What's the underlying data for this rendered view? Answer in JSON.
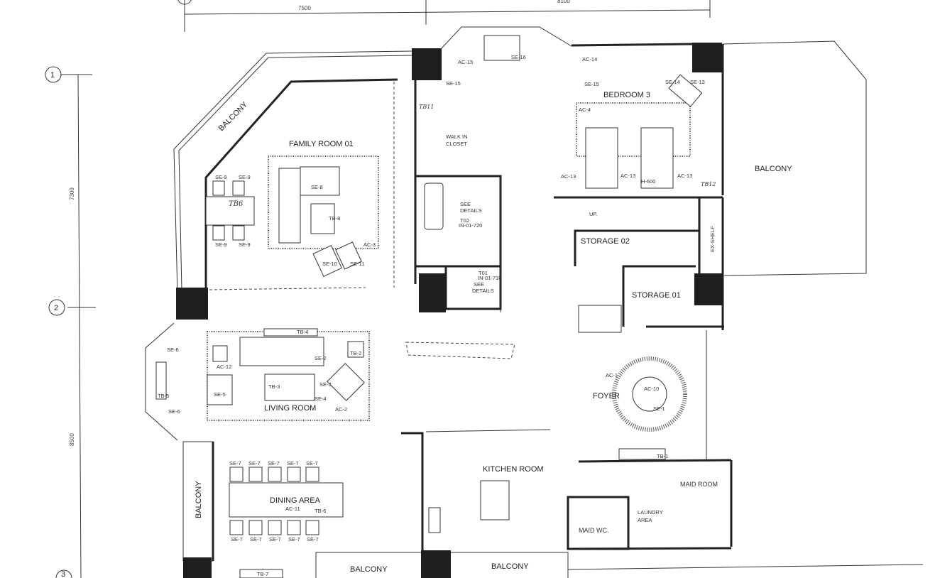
{
  "dimensions": {
    "top_left": "7500",
    "top_right": "8100",
    "left_upper": "7300",
    "left_lower": "8500"
  },
  "grid_markers": [
    "1",
    "2",
    "3"
  ],
  "rooms": [
    "FAMILY ROOM 01",
    "BALCONY",
    "WALK IN",
    "CLOSET",
    "BEDROOM 3",
    "BALCONY",
    "SEE",
    "DETAILS",
    "SEE",
    "DETAILS",
    "UP.",
    "STORAGE 02",
    "STORAGE 01",
    "EX-SHELF",
    "LIVING ROOM",
    "FOYER",
    "KITCHEN ROOM",
    "DINING AREA",
    "MAID ROOM",
    "LAUNDRY",
    "AREA",
    "MAID WC.",
    "BALCONY",
    "BALCONY",
    "BALCONY"
  ],
  "tags": [
    "SE-9",
    "SE-9",
    "SE-9",
    "SE-9",
    "SE-8",
    "TB-8",
    "AC-3",
    "SE-10",
    "SE-11",
    "SE-15",
    "AC-15",
    "SE-16",
    "AC-14",
    "SE-15",
    "SE-14",
    "SE-13",
    "AC-4",
    "AC-13",
    "AC-13",
    "AC-13",
    "H-600",
    "T02",
    "IN-01-720",
    "T01",
    "IN-01-710",
    "TB-4",
    "AC-12",
    "SE-2",
    "TB-2",
    "TB-3",
    "SE-5",
    "SE-3",
    "SE-4",
    "AC-2",
    "SE-6",
    "SE-6",
    "TB-5",
    "SE-7",
    "SE-7",
    "SE-7",
    "SE-7",
    "SE-7",
    "SE-7",
    "SE-7",
    "SE-7",
    "SE-7",
    "SE-7",
    "AC-11",
    "TB-6",
    "TB-7",
    "AC-1",
    "AC-10",
    "SE-1",
    "TB-1"
  ],
  "handwritten": [
    "TB6",
    "TB11",
    "TB12"
  ],
  "colors": {
    "ink": "#222222",
    "column": "#1e1e1e",
    "paper": "#ffffff"
  }
}
